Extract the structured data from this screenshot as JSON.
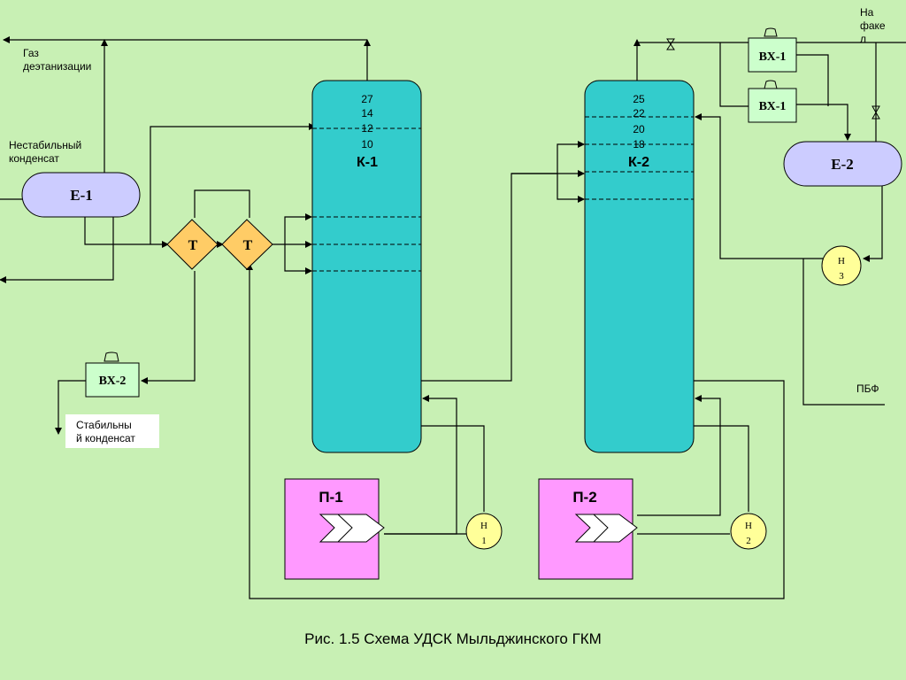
{
  "labels": {
    "gas": "Газ\nдеэтанизации",
    "unstable": "Нестабильный\nконденсат",
    "stable": "Стабильны\nй конденсат",
    "flare": "На\nфаке\nл",
    "pbf": "ПБФ"
  },
  "columns": {
    "k1": {
      "name": "К-1",
      "trays": [
        "27",
        "14",
        "12",
        "10"
      ]
    },
    "k2": {
      "name": "К-2",
      "trays": [
        "25",
        "22",
        "20",
        "18"
      ]
    }
  },
  "vessels": {
    "e1": "Е-1",
    "e2": "Е-2"
  },
  "exchangers": {
    "t1": "Т",
    "t2": "Т"
  },
  "coolers": {
    "vx1a": "ВХ-1",
    "vx1b": "ВХ-1",
    "vx2": "ВХ-2"
  },
  "furnaces": {
    "p1": "П-1",
    "p2": "П-2"
  },
  "pumps": {
    "n1": {
      "l1": "Н",
      "l2": "1"
    },
    "n2": {
      "l1": "Н",
      "l2": "2"
    },
    "n3": {
      "l1": "Н",
      "l2": "3"
    }
  },
  "caption": "Рис. 1.5 Схема УДСК Мыльджинского ГКМ",
  "colors": {
    "background": "#c8f0b4",
    "column": "#33cccc",
    "vessel": "#ccccff",
    "exchanger": "#ffcc66",
    "cooler": "#ccffcc",
    "furnace": "#ff99ff",
    "pump": "#ffff99"
  }
}
